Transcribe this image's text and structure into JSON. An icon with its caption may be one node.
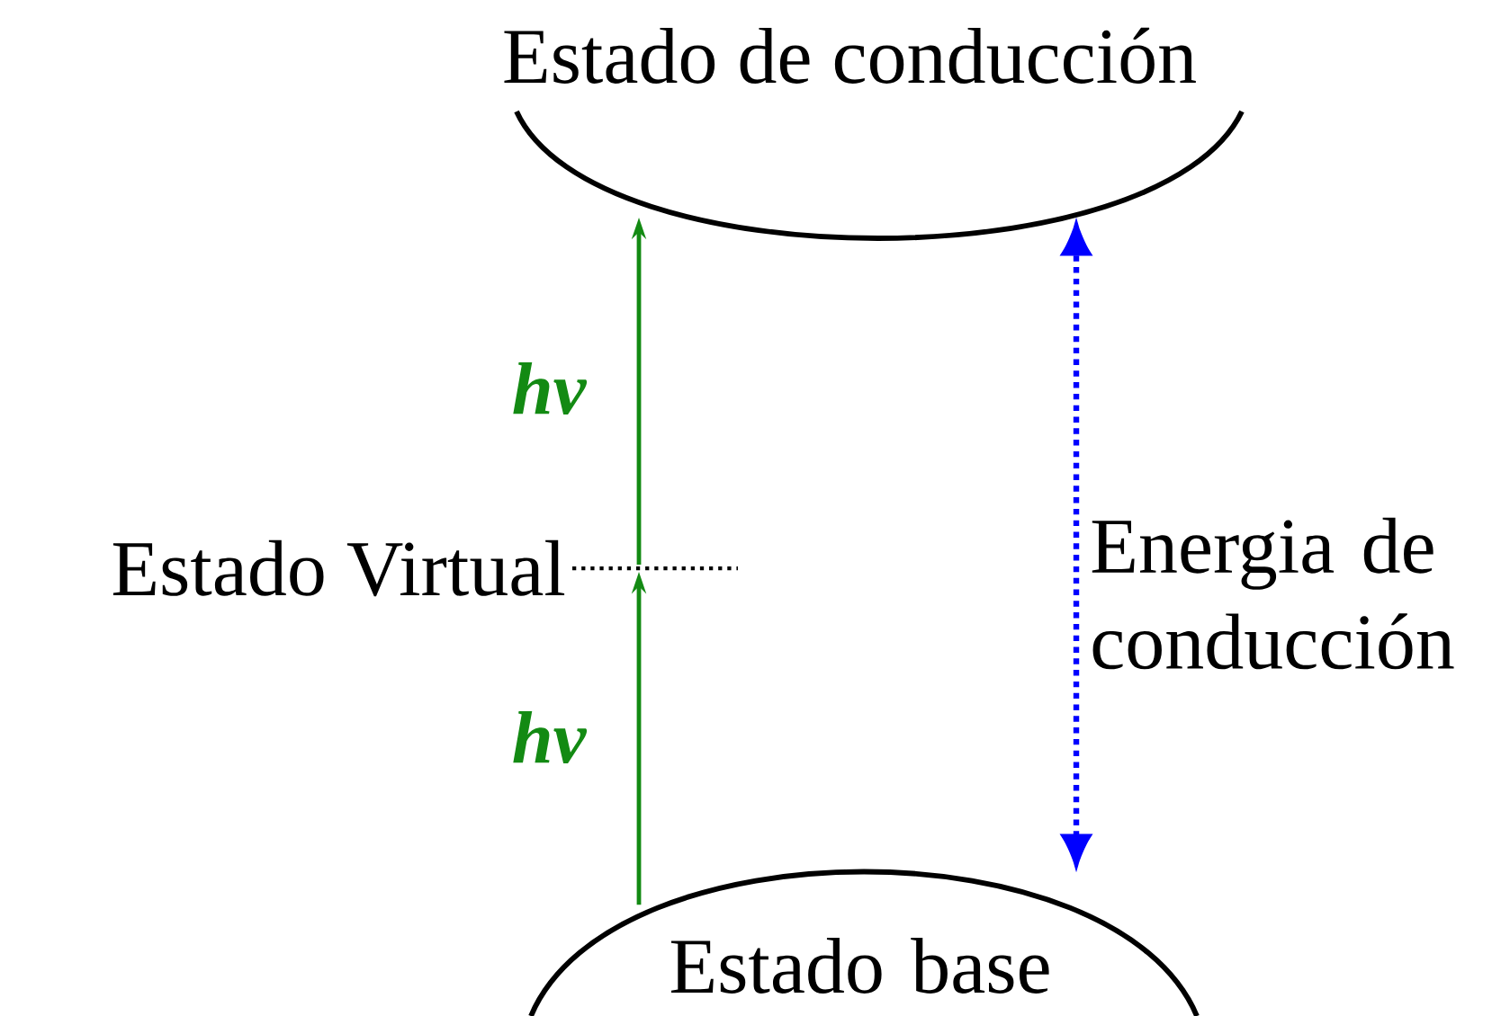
{
  "diagram": {
    "nodes": [
      {
        "text": [
          "Estado de conducción"
        ]
      },
      {
        "text": [
          "Estado Virtual"
        ]
      },
      {
        "text": [
          "Estado base"
        ]
      }
    ],
    "edges": [
      {
        "from": 2,
        "to": 1,
        "arrow": "to",
        "label": "hν",
        "color": "#138a13"
      },
      {
        "from": 1,
        "to": 0,
        "arrow": "to",
        "label": "hν",
        "color": "#138a13"
      },
      {
        "from": 2,
        "to": 0,
        "arrow": "both",
        "label": "Energia de conducción",
        "style": "dashed",
        "color": "#0000ff"
      }
    ]
  }
}
